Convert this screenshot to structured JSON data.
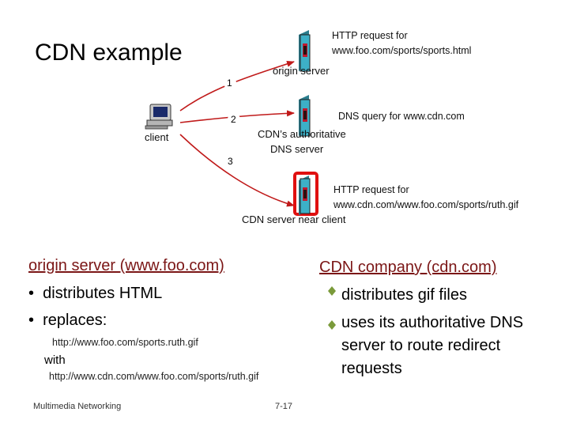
{
  "title": "CDN example",
  "origin": {
    "request_line1": "HTTP request for",
    "request_line2": "www.foo.com/sports/sports.html",
    "label": "origin server"
  },
  "dns": {
    "query": "DNS query for www.cdn.com",
    "label_line1": "CDN’s authoritative",
    "label_line2": "DNS server"
  },
  "cdn_server": {
    "request_line1": "HTTP request for",
    "request_line2": "www.cdn.com/www.foo.com/sports/ruth.gif",
    "label": "CDN server near client"
  },
  "client": {
    "label": "client"
  },
  "steps": [
    "1",
    "2",
    "3"
  ],
  "left_panel": {
    "heading": "origin server (www.foo.com)",
    "bullets": [
      "distributes HTML",
      "replaces:"
    ],
    "url_old": "http://www.foo.com/sports.ruth.gif",
    "with": "with",
    "url_new": "http://www.cdn.com/www.foo.com/sports/ruth.gif"
  },
  "right_panel": {
    "heading": "CDN company (cdn.com)",
    "bullet1": "distributes gif files",
    "bullet2_line1": "uses its authoritative DNS",
    "bullet2_line2": "server to route redirect",
    "bullet2_line3": "requests"
  },
  "footer": {
    "left": "Multimedia Networking",
    "page": "7-17"
  },
  "colors": {
    "arrow": "#c01a1a",
    "server_body": "#3db0c7",
    "server_slot": "#c0182e",
    "highlight": "#e01010"
  }
}
